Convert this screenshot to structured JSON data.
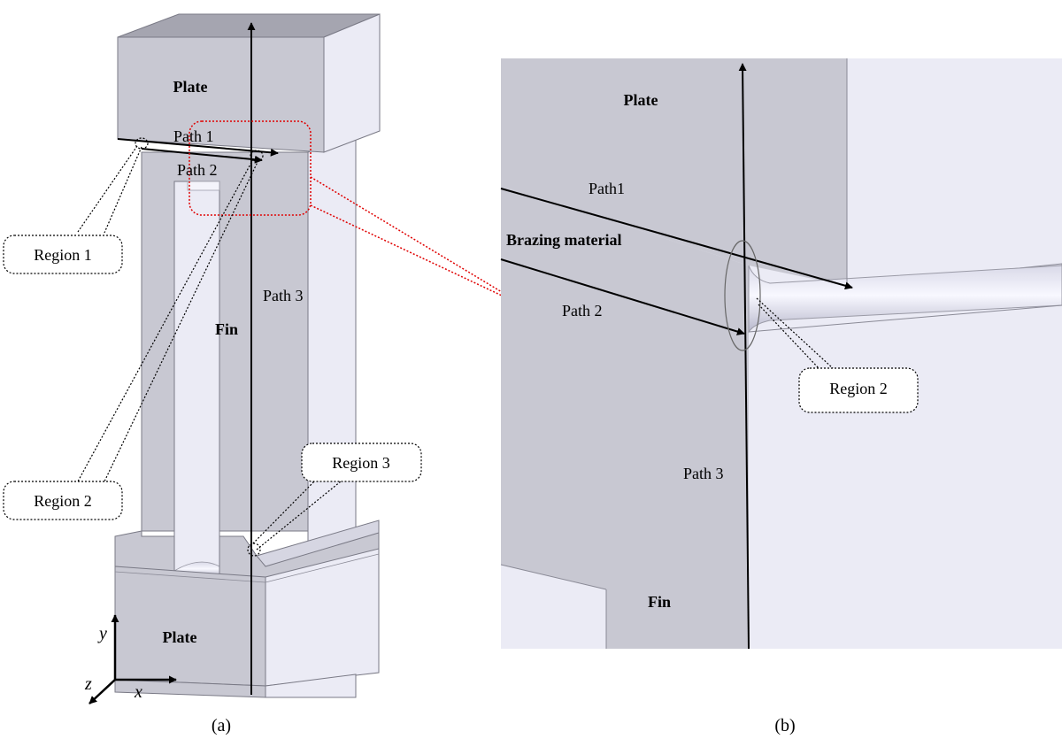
{
  "panel_a": {
    "caption": "(a)",
    "labels": {
      "plate_top": "Plate",
      "plate_bottom": "Plate",
      "fin": "Fin",
      "path1": "Path 1",
      "path2": "Path 2",
      "path3": "Path 3"
    },
    "callouts": {
      "region1": "Region 1",
      "region2": "Region 2",
      "region3": "Region 3"
    },
    "axes": {
      "y": "y",
      "z": "z",
      "x": "x"
    }
  },
  "panel_b": {
    "caption": "(b)",
    "labels": {
      "plate": "Plate",
      "path1": "Path1",
      "brazing": "Brazing material",
      "path2": "Path 2",
      "path3": "Path 3",
      "fin": "Fin"
    },
    "callouts": {
      "region2": "Region 2"
    }
  },
  "colors": {
    "front_face": "#c8c8d2",
    "top_face": "#a5a5b0",
    "side_face": "#ebebf5",
    "edge": "#7a7a86",
    "zoom_box": "#e00000"
  }
}
